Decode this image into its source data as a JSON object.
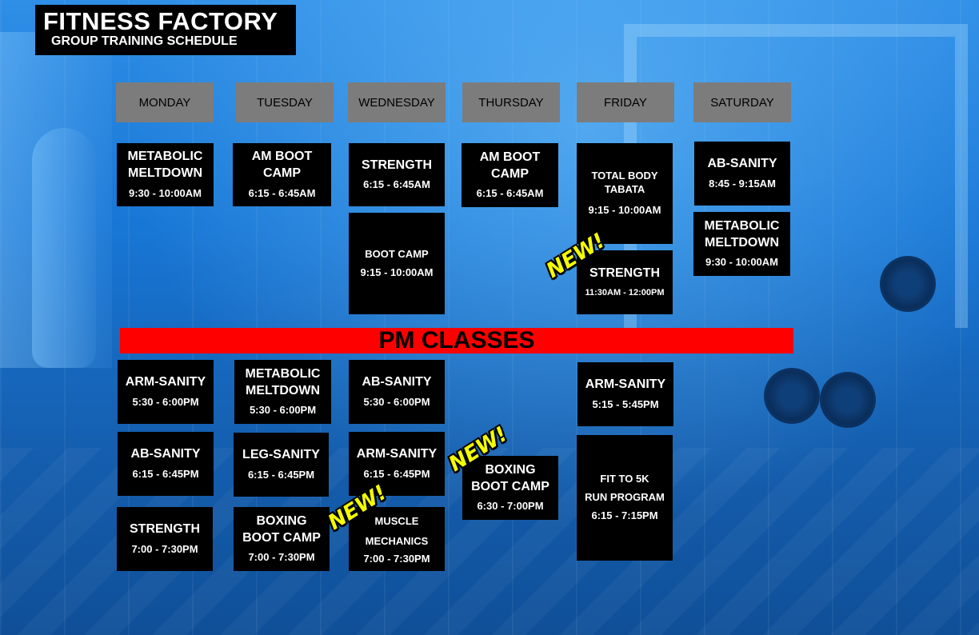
{
  "header": {
    "title": "FITNESS FACTORY",
    "subtitle": "GROUP TRAINING SCHEDULE"
  },
  "days": [
    "MONDAY",
    "TUESDAY",
    "WEDNESDAY",
    "THURSDAY",
    "FRIDAY",
    "SATURDAY"
  ],
  "am": {
    "monday": [
      {
        "name": "METABOLIC MELTDOWN",
        "time": "9:30 - 10:00AM"
      }
    ],
    "tuesday": [
      {
        "name": "AM BOOT CAMP",
        "time": "6:15 - 6:45AM"
      }
    ],
    "wednesday": [
      {
        "name": "STRENGTH",
        "time": "6:15 - 6:45AM"
      },
      {
        "name": "BOOT CAMP",
        "time": "9:15 - 10:00AM"
      }
    ],
    "thursday": [
      {
        "name": "AM BOOT CAMP",
        "time": "6:15 - 6:45AM"
      }
    ],
    "friday": [
      {
        "name": "TOTAL BODY TABATA",
        "time": "9:15 - 10:00AM"
      },
      {
        "name": "STRENGTH",
        "time": "11:30AM - 12:00PM"
      }
    ],
    "saturday": [
      {
        "name": "AB-SANITY",
        "time": "8:45 - 9:15AM"
      },
      {
        "name": "METABOLIC MELTDOWN",
        "time": "9:30 - 10:00AM"
      }
    ]
  },
  "pm_banner": "PM CLASSES",
  "pm": {
    "monday": [
      {
        "name": "ARM-SANITY",
        "time": "5:30 - 6:00PM"
      },
      {
        "name": "AB-SANITY",
        "time": "6:15 - 6:45PM"
      },
      {
        "name": "STRENGTH",
        "time": "7:00 - 7:30PM"
      }
    ],
    "tuesday": [
      {
        "name": "METABOLIC MELTDOWN",
        "time": "5:30 - 6:00PM"
      },
      {
        "name": "LEG-SANITY",
        "time": "6:15 - 6:45PM"
      },
      {
        "name": "BOXING BOOT CAMP",
        "time": "7:00 - 7:30PM"
      }
    ],
    "wednesday": [
      {
        "name": "AB-SANITY",
        "time": "5:30 - 6:00PM"
      },
      {
        "name": "ARM-SANITY",
        "time": "6:15 - 6:45PM"
      },
      {
        "name": "MUSCLE MECHANICS",
        "time": "7:00 - 7:30PM"
      }
    ],
    "thursday": [
      {
        "name": "BOXING BOOT CAMP",
        "time": "6:30 - 7:00PM"
      }
    ],
    "friday": [
      {
        "name": "ARM-SANITY",
        "time": "5:15 - 5:45PM"
      },
      {
        "name": "FIT TO 5K",
        "subtitle": "RUN PROGRAM",
        "time": "6:15 - 7:15PM"
      }
    ]
  },
  "new_label": "NEW!",
  "colors": {
    "banner": "#ff0000",
    "new_tag": "#f4ff00",
    "day_header": "#7c7c7c"
  }
}
